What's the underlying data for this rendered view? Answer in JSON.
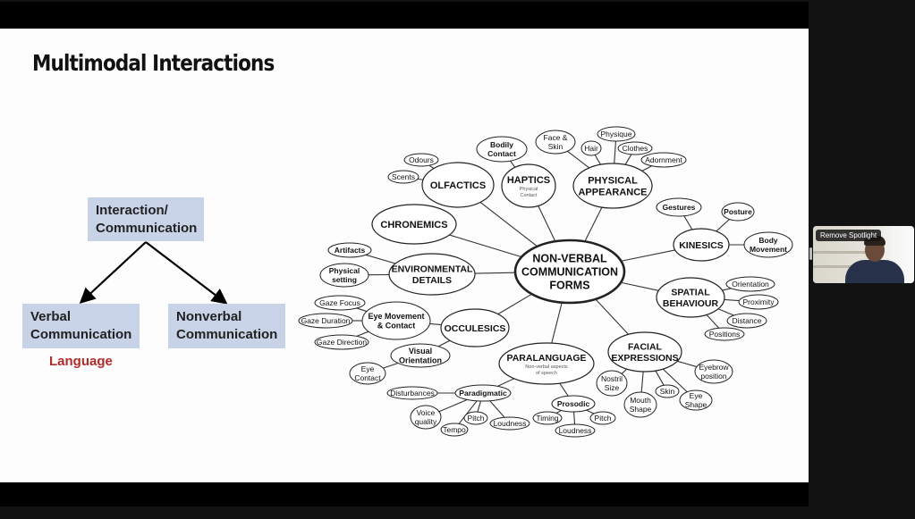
{
  "slide": {
    "title": "Multimodal Interactions",
    "hierarchy": {
      "root": [
        "Interaction/",
        "Communication"
      ],
      "left": [
        "Verbal",
        "Communication"
      ],
      "right": [
        "Nonverbal",
        "Communication"
      ],
      "left_note": "Language"
    },
    "colors": {
      "box_fill": "#c8d3e8",
      "note_red": "#b22a2a"
    },
    "mindmap": {
      "center": {
        "id": "center",
        "lines": [
          "NON-VERBAL",
          "COMMUNICATION",
          "FORMS"
        ]
      },
      "nodes": [
        {
          "id": "olfactics",
          "lines": [
            "OLFACTICS"
          ],
          "parent": "center"
        },
        {
          "id": "odours",
          "lines": [
            "Odours"
          ],
          "parent": "olfactics"
        },
        {
          "id": "scents",
          "lines": [
            "Scents"
          ],
          "parent": "olfactics"
        },
        {
          "id": "haptics",
          "lines": [
            "HAPTICS"
          ],
          "sub": [
            "Physical",
            "Contact"
          ],
          "parent": "center"
        },
        {
          "id": "bodily",
          "lines": [
            "Bodily",
            "Contact"
          ],
          "parent": "haptics"
        },
        {
          "id": "physical",
          "lines": [
            "PHYSICAL",
            "APPEARANCE"
          ],
          "parent": "center"
        },
        {
          "id": "faceskin",
          "lines": [
            "Face &",
            "Skin"
          ],
          "parent": "physical"
        },
        {
          "id": "hair",
          "lines": [
            "Hair"
          ],
          "parent": "physical"
        },
        {
          "id": "physique",
          "lines": [
            "Physique"
          ],
          "parent": "physical"
        },
        {
          "id": "clothes",
          "lines": [
            "Clothes"
          ],
          "parent": "physical"
        },
        {
          "id": "adornment",
          "lines": [
            "Adornment"
          ],
          "parent": "physical"
        },
        {
          "id": "chronemics",
          "lines": [
            "CHRONEMICS"
          ],
          "parent": "center"
        },
        {
          "id": "kinesics",
          "lines": [
            "KINESICS"
          ],
          "parent": "center"
        },
        {
          "id": "gestures",
          "lines": [
            "Gestures"
          ],
          "parent": "kinesics"
        },
        {
          "id": "posture",
          "lines": [
            "Posture"
          ],
          "parent": "kinesics"
        },
        {
          "id": "bodymove",
          "lines": [
            "Body",
            "Movement"
          ],
          "parent": "kinesics"
        },
        {
          "id": "environmental",
          "lines": [
            "ENVIRONMENTAL",
            "DETAILS"
          ],
          "parent": "center"
        },
        {
          "id": "artifacts",
          "lines": [
            "Artifacts"
          ],
          "parent": "environmental"
        },
        {
          "id": "physsetting",
          "lines": [
            "Physical",
            "setting"
          ],
          "parent": "environmental"
        },
        {
          "id": "spatial",
          "lines": [
            "SPATIAL",
            "BEHAVIOUR"
          ],
          "parent": "center"
        },
        {
          "id": "orientation",
          "lines": [
            "Orientation"
          ],
          "parent": "spatial"
        },
        {
          "id": "proximity",
          "lines": [
            "Proximity"
          ],
          "parent": "spatial"
        },
        {
          "id": "distance",
          "lines": [
            "Distance"
          ],
          "parent": "spatial"
        },
        {
          "id": "positions",
          "lines": [
            "Positions"
          ],
          "parent": "spatial"
        },
        {
          "id": "occulesics",
          "lines": [
            "OCCULESICS"
          ],
          "parent": "center"
        },
        {
          "id": "eyemove",
          "lines": [
            "Eye Movement",
            "& Contact"
          ],
          "parent": "occulesics"
        },
        {
          "id": "gazefocus",
          "lines": [
            "Gaze Focus"
          ],
          "parent": "eyemove"
        },
        {
          "id": "gazeduration",
          "lines": [
            "Gaze Duration"
          ],
          "parent": "eyemove"
        },
        {
          "id": "gazedirection",
          "lines": [
            "Gaze Direction"
          ],
          "parent": "eyemove"
        },
        {
          "id": "visualorient",
          "lines": [
            "Visual",
            "Orientation"
          ],
          "parent": "occulesics"
        },
        {
          "id": "eyecontact",
          "lines": [
            "Eye",
            "Contact"
          ],
          "parent": "visualorient"
        },
        {
          "id": "facial",
          "lines": [
            "FACIAL",
            "EXPRESSIONS"
          ],
          "parent": "center"
        },
        {
          "id": "nostril",
          "lines": [
            "Nostril",
            "Size"
          ],
          "parent": "facial"
        },
        {
          "id": "mouth",
          "lines": [
            "Mouth",
            "Shape"
          ],
          "parent": "facial"
        },
        {
          "id": "skin",
          "lines": [
            "Skin"
          ],
          "parent": "facial"
        },
        {
          "id": "eyeshape",
          "lines": [
            "Eye",
            "Shape"
          ],
          "parent": "facial"
        },
        {
          "id": "eyebrow",
          "lines": [
            "Eyebrow",
            "position"
          ],
          "parent": "facial"
        },
        {
          "id": "paralanguage",
          "lines": [
            "PARALANGUAGE"
          ],
          "sub": [
            "Non-verbal aspects",
            "of speech"
          ],
          "parent": "center"
        },
        {
          "id": "paradigmatic",
          "lines": [
            "Paradigmatic"
          ],
          "parent": "paralanguage"
        },
        {
          "id": "disturbances",
          "lines": [
            "Disturbances"
          ],
          "parent": "paradigmatic"
        },
        {
          "id": "voicequality",
          "lines": [
            "Voice",
            "quality"
          ],
          "parent": "paradigmatic"
        },
        {
          "id": "tempo",
          "lines": [
            "Tempo"
          ],
          "parent": "paradigmatic"
        },
        {
          "id": "pitch1",
          "lines": [
            "Pitch"
          ],
          "parent": "paradigmatic"
        },
        {
          "id": "loudness1",
          "lines": [
            "Loudness"
          ],
          "parent": "paradigmatic"
        },
        {
          "id": "prosodic",
          "lines": [
            "Prosodic"
          ],
          "parent": "paralanguage"
        },
        {
          "id": "timing",
          "lines": [
            "Timing"
          ],
          "parent": "prosodic"
        },
        {
          "id": "loudness2",
          "lines": [
            "Loudness"
          ],
          "parent": "prosodic"
        },
        {
          "id": "pitch2",
          "lines": [
            "Pitch"
          ],
          "parent": "prosodic"
        }
      ]
    }
  },
  "video": {
    "spotlight_button": "Remove Spotlight"
  }
}
